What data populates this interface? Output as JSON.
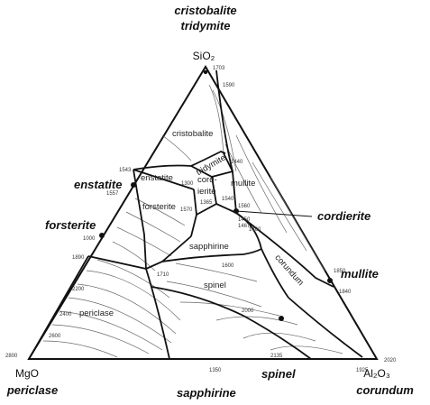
{
  "top_labels": {
    "line1": "cristobalite",
    "line2": "tridymite"
  },
  "vertices": {
    "sio2": "SiO₂",
    "mgo": "MgO",
    "al2o3": "Al₂O₃"
  },
  "corner_minerals": {
    "left": "periclase",
    "right": "corundum"
  },
  "compounds": {
    "enstatite": "enstatite",
    "forsterite": "forsterite",
    "cordierite": "cordierite",
    "mullite": "mullite",
    "spinel": "spinel",
    "sapphirine": "sapphirine"
  },
  "fields": {
    "cristobalite": "cristobalite",
    "tridymite": "tridymite",
    "enstatite": "enstatite",
    "cord": "cord-",
    "ierite": "ierite",
    "mullite": "mullite",
    "forsterite": "forsterite",
    "sapphirine": "sapphirine",
    "spinel": "spinel",
    "corundum": "corundum",
    "periclase": "periclase"
  },
  "temps": {
    "t1703": "1703",
    "t1590": "1590",
    "t1543": "1543",
    "t1557": "1557",
    "t1000": "1000",
    "t1890": "1890",
    "t2800": "2800",
    "t1350": "1350",
    "t1925": "1925",
    "t2020": "2020",
    "t2135": "2135",
    "t1850": "1850",
    "t1840": "1840",
    "t1710": "1710",
    "t1570": "1570",
    "t1300": "1300",
    "t1365": "1365",
    "t1440": "1440",
    "t1540": "1540",
    "t1560": "1560",
    "t1450": "1450",
    "t1467": "1467",
    "t1460": "1460",
    "t1600": "1600",
    "t2000": "2000",
    "t2200": "2200",
    "t2400": "2400",
    "t2600": "2600"
  }
}
